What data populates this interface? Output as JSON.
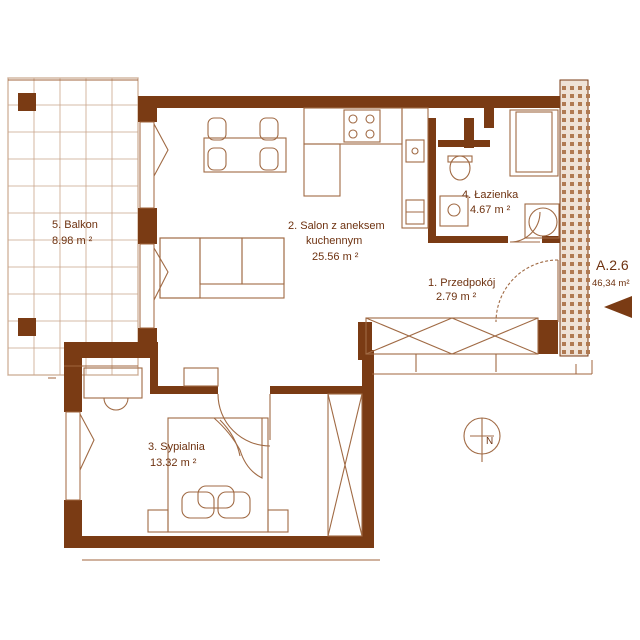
{
  "colors": {
    "wall": "#7a3b14",
    "line": "#a06a44",
    "text": "#6e3210",
    "accent": "#7a3b14"
  },
  "rooms": {
    "balcony": {
      "name": "5. Balkon",
      "area": "8.98 m ²"
    },
    "living": {
      "name_line1": "2. Salon z aneksem",
      "name_line2": "kuchennym",
      "area": "25.56 m ²"
    },
    "hall": {
      "name": "1. Przedpokój",
      "area": "2.79 m ²"
    },
    "bathroom": {
      "name": "4. Łazienka",
      "area": "4.67 m ²"
    },
    "bedroom": {
      "name": "3. Sypialnia",
      "area": "13.32 m ²"
    }
  },
  "apartment": {
    "code": "A.2.6",
    "total_area": "46,34 m²"
  },
  "compass": {
    "label": "N"
  },
  "icons": {
    "entrance": "entrance-arrow-icon",
    "compass": "north-compass-icon"
  }
}
